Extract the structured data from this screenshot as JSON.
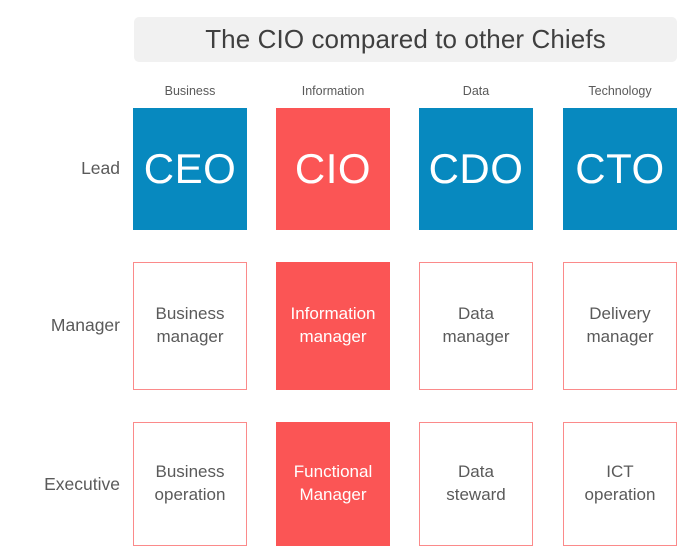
{
  "title": "The CIO compared to other Chiefs",
  "colors": {
    "blue": "#0789bf",
    "red": "#fb5555",
    "outline_border": "#fb8a8a",
    "title_background": "#f1f1f1",
    "text_gray": "#5a5a5a"
  },
  "columns": [
    {
      "header": "Business"
    },
    {
      "header": "Information"
    },
    {
      "header": "Data"
    },
    {
      "header": "Technology"
    }
  ],
  "rows": [
    {
      "label": "Lead",
      "cells": [
        {
          "text": "CEO",
          "style": "fill-blue"
        },
        {
          "text": "CIO",
          "style": "fill-red"
        },
        {
          "text": "CDO",
          "style": "fill-blue"
        },
        {
          "text": "CTO",
          "style": "fill-blue"
        }
      ]
    },
    {
      "label": "Manager",
      "cells": [
        {
          "line1": "Business",
          "line2": "manager",
          "style": "outline"
        },
        {
          "line1": "Information",
          "line2": "manager",
          "style": "fill-red"
        },
        {
          "line1": "Data",
          "line2": "manager",
          "style": "outline"
        },
        {
          "line1": "Delivery",
          "line2": "manager",
          "style": "outline"
        }
      ]
    },
    {
      "label": "Executive",
      "cells": [
        {
          "line1": "Business",
          "line2": "operation",
          "style": "outline"
        },
        {
          "line1": "Functional",
          "line2": "Manager",
          "style": "fill-red"
        },
        {
          "line1": "Data",
          "line2": "steward",
          "style": "outline"
        },
        {
          "line1": "ICT",
          "line2": "operation",
          "style": "outline"
        }
      ]
    }
  ]
}
